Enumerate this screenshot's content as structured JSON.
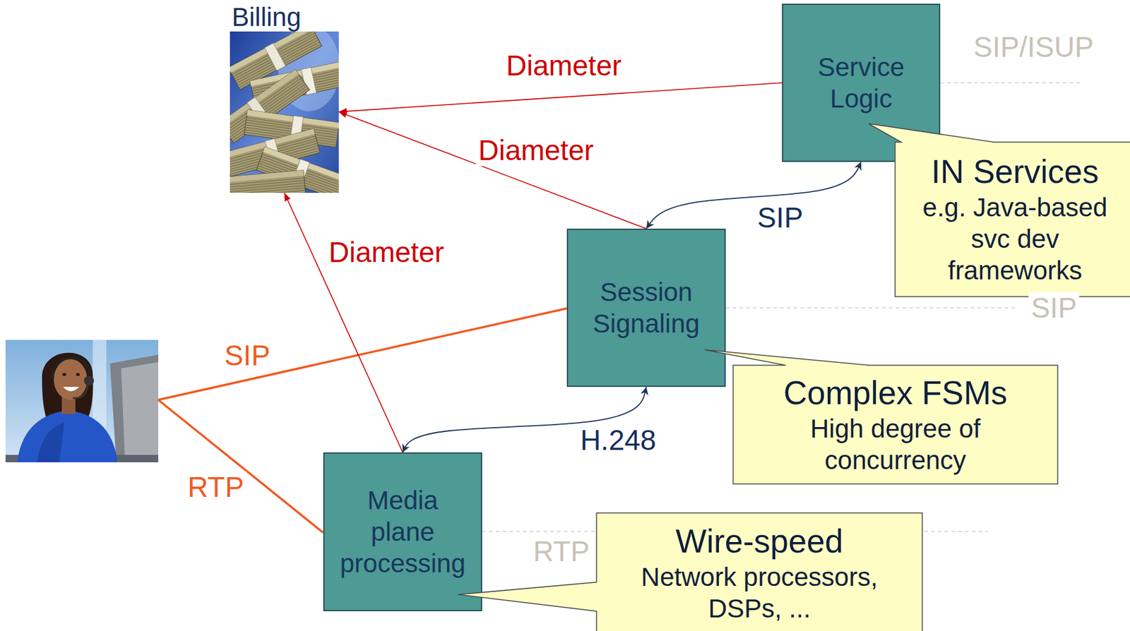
{
  "diagram": {
    "nodes": [
      {
        "text": [
          "Billing"
        ]
      },
      {
        "text": [
          "Service Logic"
        ]
      },
      {
        "text": [
          "IN Services",
          "e.g. Java-based svc dev frameworks"
        ]
      },
      {
        "text": [
          "Session Signaling"
        ]
      },
      {
        "text": [
          "Complex FSMs",
          "High degree of concurrency"
        ]
      },
      {
        "text": [
          "Media plane processing"
        ]
      },
      {
        "text": [
          "Wire-speed",
          "Network processors, DSPs, ..."
        ]
      }
    ],
    "edges": [
      {
        "from": 1,
        "to": 0,
        "label": "Diameter",
        "arrow": "to"
      },
      {
        "from": 3,
        "to": 0,
        "label": "Diameter",
        "arrow": "to"
      },
      {
        "from": 5,
        "to": 0,
        "label": "Diameter",
        "arrow": "to"
      },
      {
        "from": 3,
        "to": 1,
        "label": "SIP",
        "arrow": "both"
      },
      {
        "from": 3,
        "to": 5,
        "label": "H.248",
        "arrow": "both"
      }
    ],
    "labels": [
      "SIP/ISUP",
      "SIP",
      "SIP",
      "RTP",
      "RTP"
    ]
  }
}
